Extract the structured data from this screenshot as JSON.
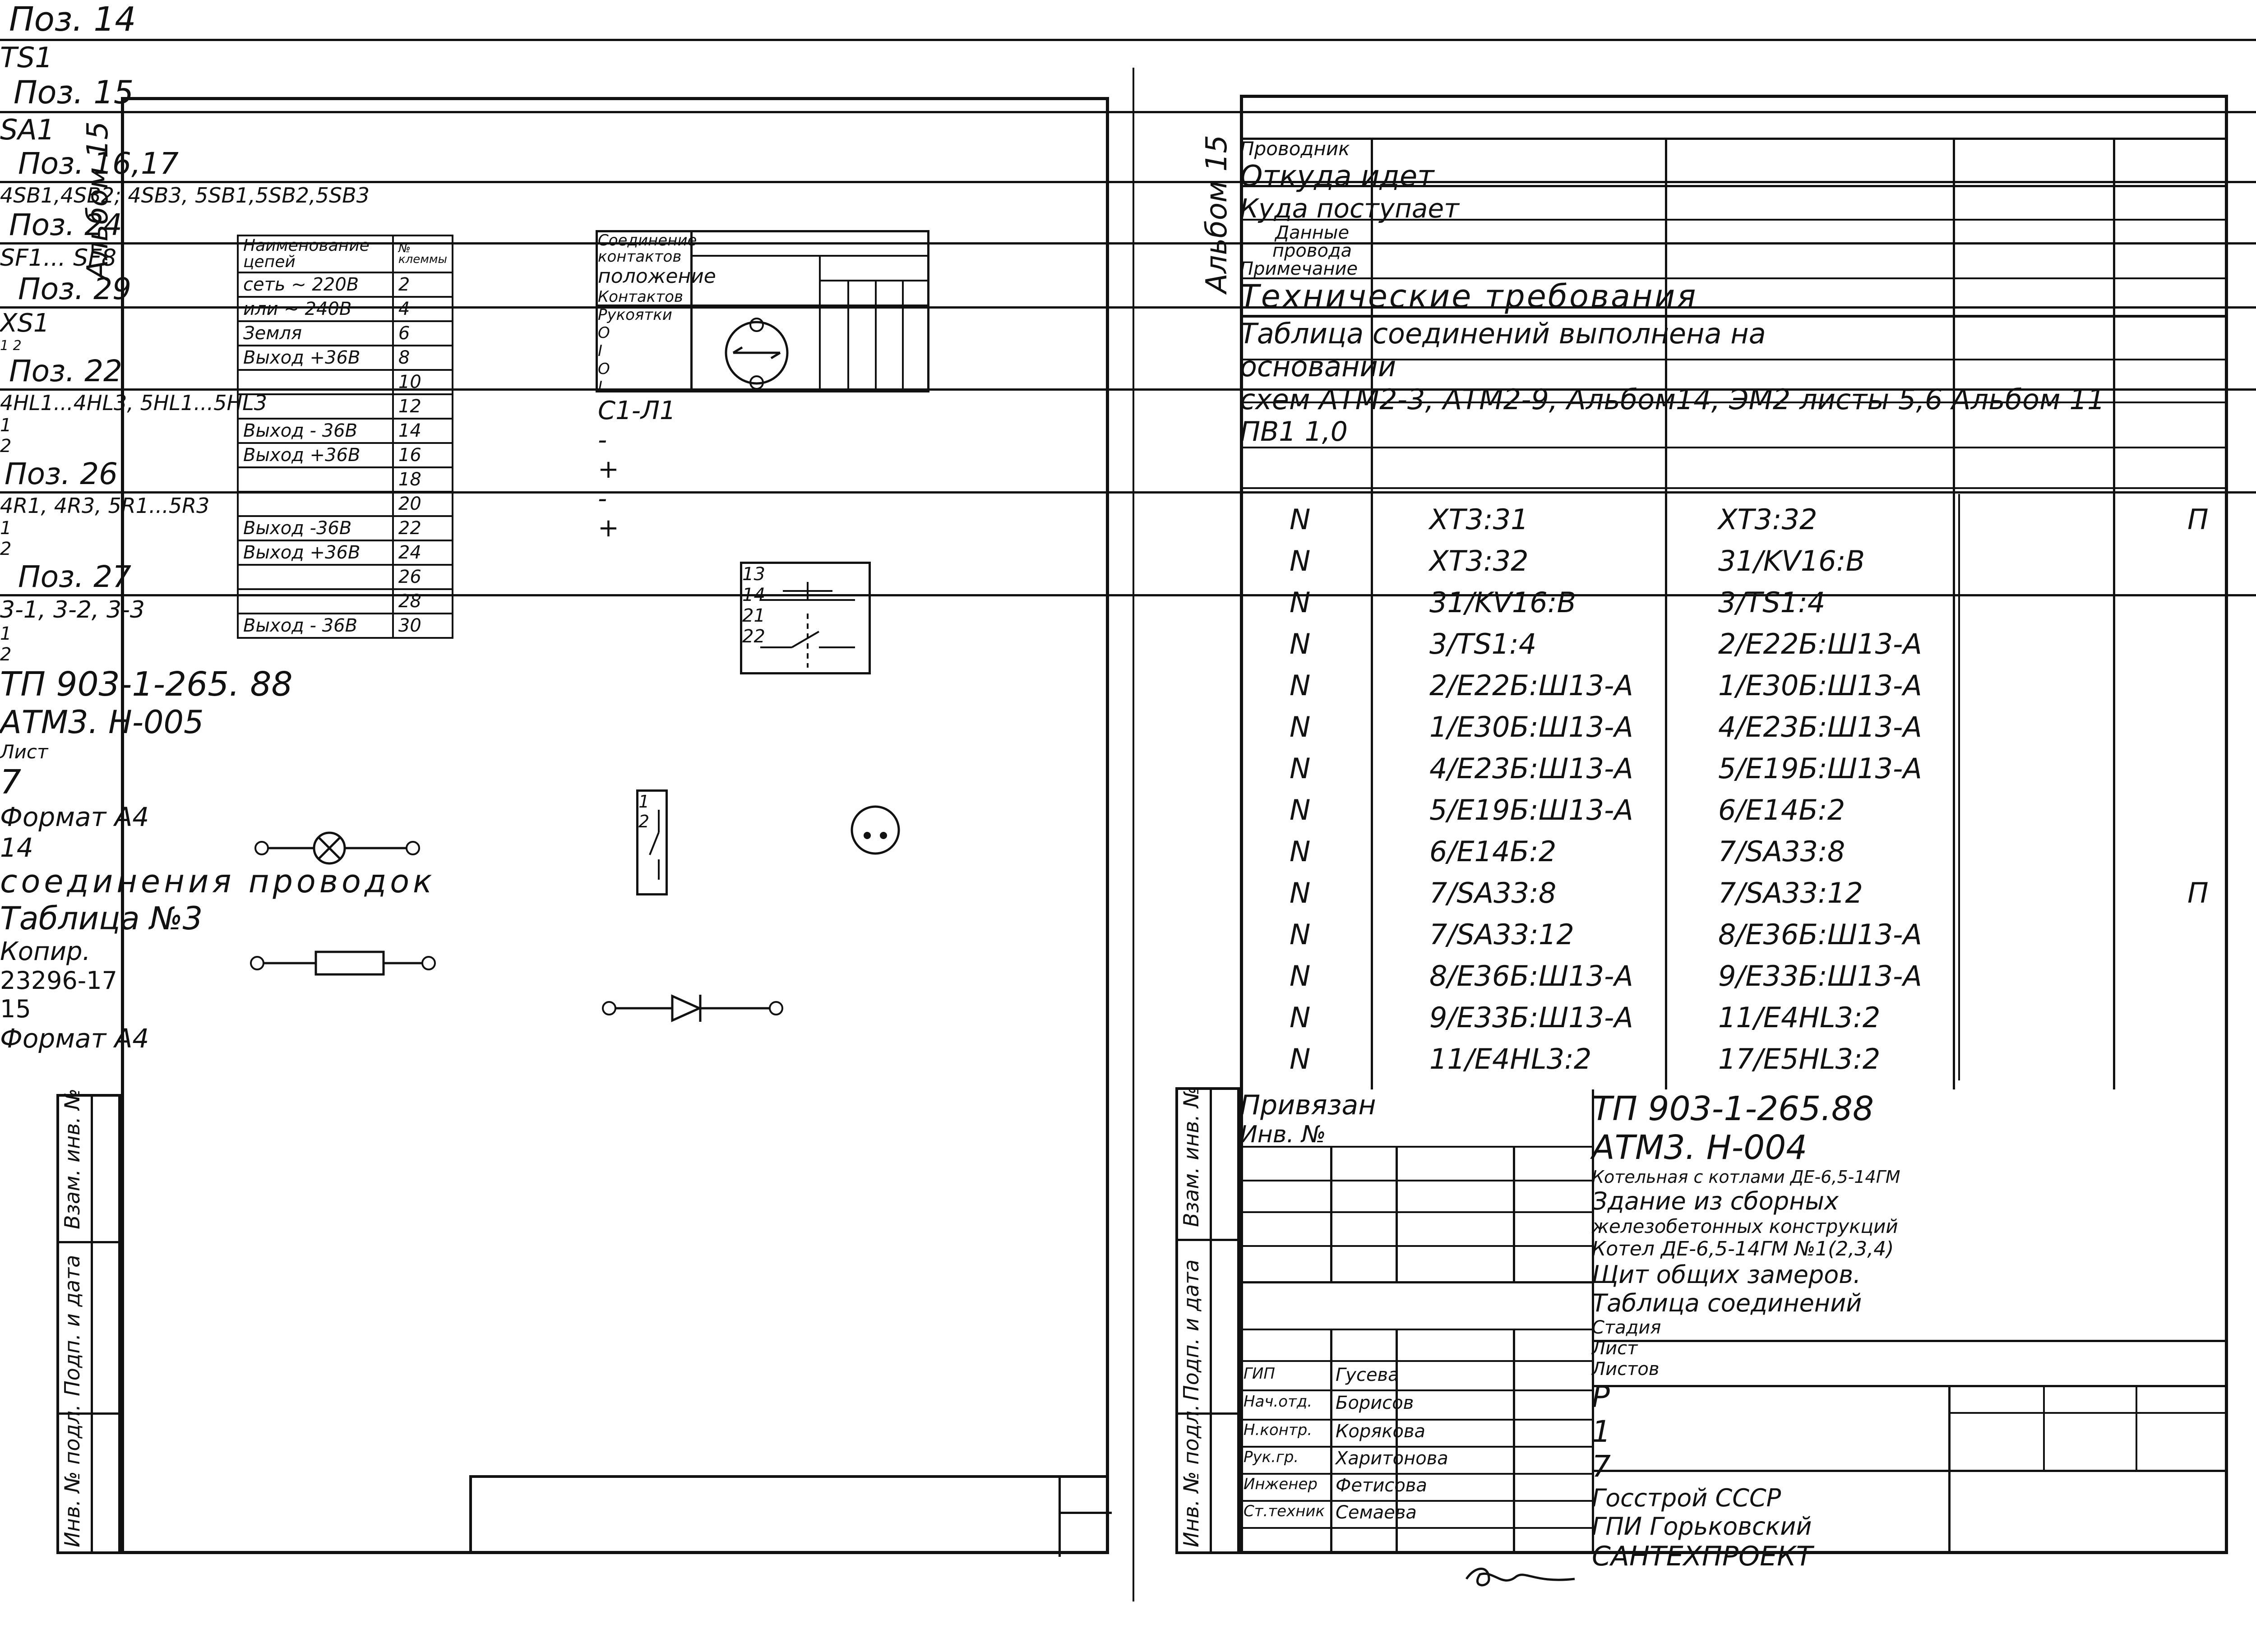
{
  "left_sheet": {
    "album_label": "Альбом 15",
    "pos14": {
      "title": "Поз. 14",
      "sub": "TS1",
      "head_name": "Наименование цепей",
      "head_num": "№ клеммы",
      "rows": [
        {
          "name": "сеть ~ 220В",
          "num": "2"
        },
        {
          "name": "или ~ 240В",
          "num": "4"
        },
        {
          "name": "Земля",
          "num": "6"
        },
        {
          "name": "Выход +36В",
          "num": "8"
        },
        {
          "name": "",
          "num": "10"
        },
        {
          "name": "",
          "num": "12"
        },
        {
          "name": "Выход - 36В",
          "num": "14"
        },
        {
          "name": "Выход +36В",
          "num": "16"
        },
        {
          "name": "",
          "num": "18"
        },
        {
          "name": "",
          "num": "20"
        },
        {
          "name": "Выход -36В",
          "num": "22"
        },
        {
          "name": "Выход +36В",
          "num": "24"
        },
        {
          "name": "",
          "num": "26"
        },
        {
          "name": "",
          "num": "28"
        },
        {
          "name": "Выход - 36В",
          "num": "30"
        }
      ]
    },
    "pos15": {
      "title": "Поз. 15",
      "sub": "SA1",
      "h_conn": "Соединение контактов",
      "h_pos": "положение",
      "h_contacts": "Контактов",
      "h_handle": "Рукоятки",
      "handle_positions": [
        "О",
        "I",
        "О",
        "I"
      ],
      "row_label": "С1-Л1",
      "row_marks": [
        "-",
        "+",
        "-",
        "+"
      ]
    },
    "pos1617": {
      "title": "Поз. 16,17",
      "sub": "4SB1,4SB2; 4SB3, 5SB1,5SB2,5SB3",
      "t13": "13",
      "t14": "14",
      "t21": "21",
      "t22": "22"
    },
    "pos24": {
      "title": "Поз. 24",
      "sub": "SF1... SF8",
      "t1": "1",
      "t2": "2"
    },
    "pos29": {
      "title": "Поз. 29",
      "sub": "XS1",
      "pins": "1 2"
    },
    "pos22": {
      "title": "Поз. 22",
      "sub": "4HL1...4HL3, 5HL1...5HL3",
      "t1": "1",
      "t2": "2"
    },
    "pos26": {
      "title": "Поз. 26",
      "sub": "4R1, 4R3, 5R1...5R3",
      "t1": "1",
      "t2": "2"
    },
    "pos27": {
      "title": "Поз. 27",
      "sub": "3-1, 3-2, 3-3",
      "t1": "1",
      "t2": "2"
    },
    "side_stamp": [
      "Взам. инв. №",
      "Подп. и дата",
      "Инв. № подл."
    ],
    "doc_code": "ТП 903-1-265. 88",
    "doc_mark": "АТМ3. Н-005",
    "sheet_label": "Лист",
    "sheet_num": "7",
    "format": "Формат А4"
  },
  "right_sheet": {
    "page_num": "14",
    "album_label": "Альбом 15",
    "table_title": "соединения проводок",
    "table_no": "Таблица №3",
    "headers": [
      "Проводник",
      "Откуда идет",
      "Куда поступает",
      "Данные провода",
      "Примечание"
    ],
    "tech_title": "Технические требования",
    "req_line1": [
      "Таблица соединений выполнена на",
      "основании"
    ],
    "req_line2": "схем АТМ2-3, АТМ2-9, Альбом14, ЭМ2 листы 5,6 Альбом 11",
    "rows": [
      {
        "wire": "N",
        "from": "XT3:31",
        "to": "XT3:32",
        "note": "П"
      },
      {
        "wire": "N",
        "from": "XT3:32",
        "to": "31/KV16:В",
        "note": ""
      },
      {
        "wire": "N",
        "from": "31/KV16:В",
        "to": "3/TS1:4",
        "note": ""
      },
      {
        "wire": "N",
        "from": "3/TS1:4",
        "to": "2/Е22Б:Ш13-А",
        "note": ""
      },
      {
        "wire": "N",
        "from": "2/Е22Б:Ш13-А",
        "to": "1/Е30Б:Ш13-А",
        "note": ""
      },
      {
        "wire": "N",
        "from": "1/Е30Б:Ш13-А",
        "to": "4/Е23Б:Ш13-А",
        "note": ""
      },
      {
        "wire": "N",
        "from": "4/Е23Б:Ш13-А",
        "to": "5/Е19Б:Ш13-А",
        "note": ""
      },
      {
        "wire": "N",
        "from": "5/Е19Б:Ш13-А",
        "to": "6/Е14Б:2",
        "note": ""
      },
      {
        "wire": "N",
        "from": "6/Е14Б:2",
        "to": "7/SA33:8",
        "note": ""
      },
      {
        "wire": "N",
        "from": "7/SA33:8",
        "to": "7/SA33:12",
        "note": "П"
      },
      {
        "wire": "N",
        "from": "7/SA33:12",
        "to": "8/Е36Б:Ш13-А",
        "note": ""
      },
      {
        "wire": "N",
        "from": "8/Е36Б:Ш13-А",
        "to": "9/Е33Б:Ш13-А",
        "note": ""
      },
      {
        "wire": "N",
        "from": "9/Е33Б:Ш13-А",
        "to": "11/E4HL3:2",
        "note": ""
      },
      {
        "wire": "N",
        "from": "11/E4HL3:2",
        "to": "17/E5HL3:2",
        "note": ""
      }
    ],
    "wire_data": "ПВ1 1,0",
    "privyazan": "Привязан",
    "inv_no": "Инв. №",
    "side_stamp": [
      "Взам. инв. №",
      "Подп. и дата",
      "Инв. № подл."
    ],
    "doc_code": "ТП 903-1-265.88",
    "doc_mark": "АТМ3. Н-004",
    "roles": [
      {
        "role": "ГИП",
        "name": "Гусева"
      },
      {
        "role": "Нач.отд.",
        "name": "Борисов"
      },
      {
        "role": "Н.контр.",
        "name": "Корякова"
      },
      {
        "role": "Рук.гр.",
        "name": "Харитонова"
      },
      {
        "role": "Инженер",
        "name": "Фетисова"
      },
      {
        "role": "Ст.техник",
        "name": "Семаева"
      }
    ],
    "project_text": "Котельная с котлами ДЕ-6,5-14ГМ Здание из сборных железобетонных конструкций",
    "project_lines": [
      "Котельная с котлами ДЕ-6,5-14ГМ",
      "Здание из сборных",
      "железобетонных конструкций"
    ],
    "drawing_lines": [
      "Котел ДЕ-6,5-14ГМ №1(2,3,4)",
      "Щит общих замеров.",
      "Таблица соединений"
    ],
    "stage_head": "Стадия",
    "sheet_head": "Лист",
    "sheets_head": "Листов",
    "stage": "Р",
    "sheet": "1",
    "sheets": "7",
    "org_lines": [
      "Госстрой СССР",
      "ГПИ Горьковский",
      "САНТЕХПРОЕКТ"
    ],
    "copied": "Копир.",
    "order_no": "23296-17",
    "order_page": "15",
    "format": "Формат А4"
  }
}
